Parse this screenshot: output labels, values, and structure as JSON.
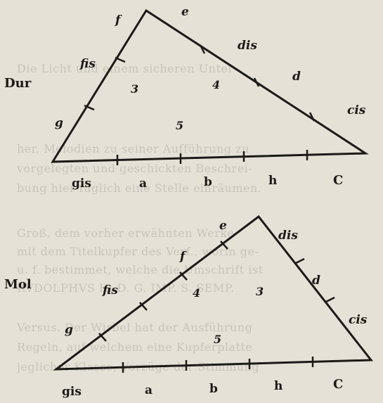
{
  "bleed_text": [
    "Die Licht und einem sicheren Unter-",
    "her, Melodien zu seiner Aufführung zu",
    "vorgelegten und geschickten Beschrei-",
    "bung hier füglich eine Stelle einräumen.",
    "Groß, dem vorher erwähnten Werke",
    "mit dem Titelkupfer des Verf., worin ge-",
    "u. f. bestimmet, welche die Umschrift ist",
    "RVDOLPHVS H. D. G. IMP. S. SEMP.",
    "Versus. Der Wirbel hat der Ausführung",
    "Regeln, auf welchem eine Kupferplatte",
    "jeglicher Klasse, Vorzüge der Stimmung"
  ],
  "diagram1": {
    "side_label": "Dur",
    "left_side": [
      "f",
      "fis",
      "g"
    ],
    "right_side": [
      "e",
      "dis",
      "d",
      "cis"
    ],
    "base": [
      "gis",
      "a",
      "b",
      "h",
      "C"
    ],
    "interior": [
      "3",
      "4",
      "5"
    ]
  },
  "diagram2": {
    "side_label": "Mol",
    "left_side": [
      "e",
      "f",
      "fis",
      "g"
    ],
    "right_side": [
      "dis",
      "d",
      "cis"
    ],
    "base": [
      "gis",
      "a",
      "b",
      "h",
      "C"
    ],
    "interior": [
      "4",
      "3",
      "5"
    ]
  }
}
